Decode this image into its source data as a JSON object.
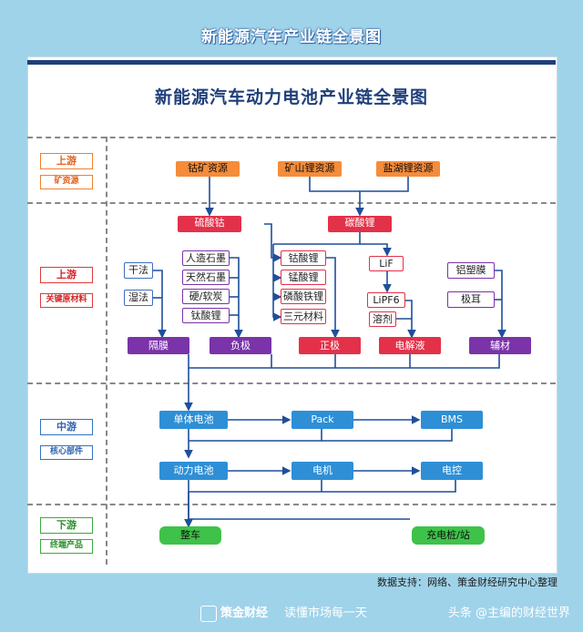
{
  "page_title": "新能源汽车产业链全景图",
  "diagram_title": "新能源汽车动力电池产业链全景图",
  "stages": [
    {
      "name": "上游",
      "sub": "矿资源"
    },
    {
      "name": "上游",
      "sub": "关键原材料"
    },
    {
      "name": "中游",
      "sub": "核心部件"
    },
    {
      "name": "下游",
      "sub": "终端产品"
    }
  ],
  "resources": [
    "钴矿资源",
    "矿山锂资源",
    "盐湖锂资源"
  ],
  "intermediates": [
    "硫酸钴",
    "碳酸锂"
  ],
  "materials": {
    "anode": [
      "人造石墨",
      "天然石墨",
      "硬/软炭",
      "钛酸锂"
    ],
    "separator": [
      "干法",
      "湿法"
    ],
    "cathode": [
      "钴酸锂",
      "锰酸锂",
      "磷酸铁锂",
      "三元材料"
    ],
    "electrolyte": [
      "LiF",
      "LiPF6",
      "溶剂"
    ],
    "auxiliary": [
      "铝塑膜",
      "极耳"
    ]
  },
  "key_materials": [
    "隔膜",
    "负极",
    "正极",
    "电解液",
    "辅材"
  ],
  "components_row1": [
    "单体电池",
    "Pack",
    "BMS"
  ],
  "components_row2": [
    "动力电池",
    "电机",
    "电控"
  ],
  "products": [
    "整车",
    "充电桩/站"
  ],
  "source_note": "数据支持：网络、策金财经研究中心整理",
  "footer": {
    "brand": "策金财经",
    "slogan": "读懂市场每一天",
    "right": "头条 @主编的财经世界"
  },
  "colors": {
    "orange": "#f58c3a",
    "red": "#e3314a",
    "purple": "#7a33a8",
    "blue": "#2e8fd6",
    "green": "#3fc24a",
    "navy": "#1f3f7a"
  }
}
